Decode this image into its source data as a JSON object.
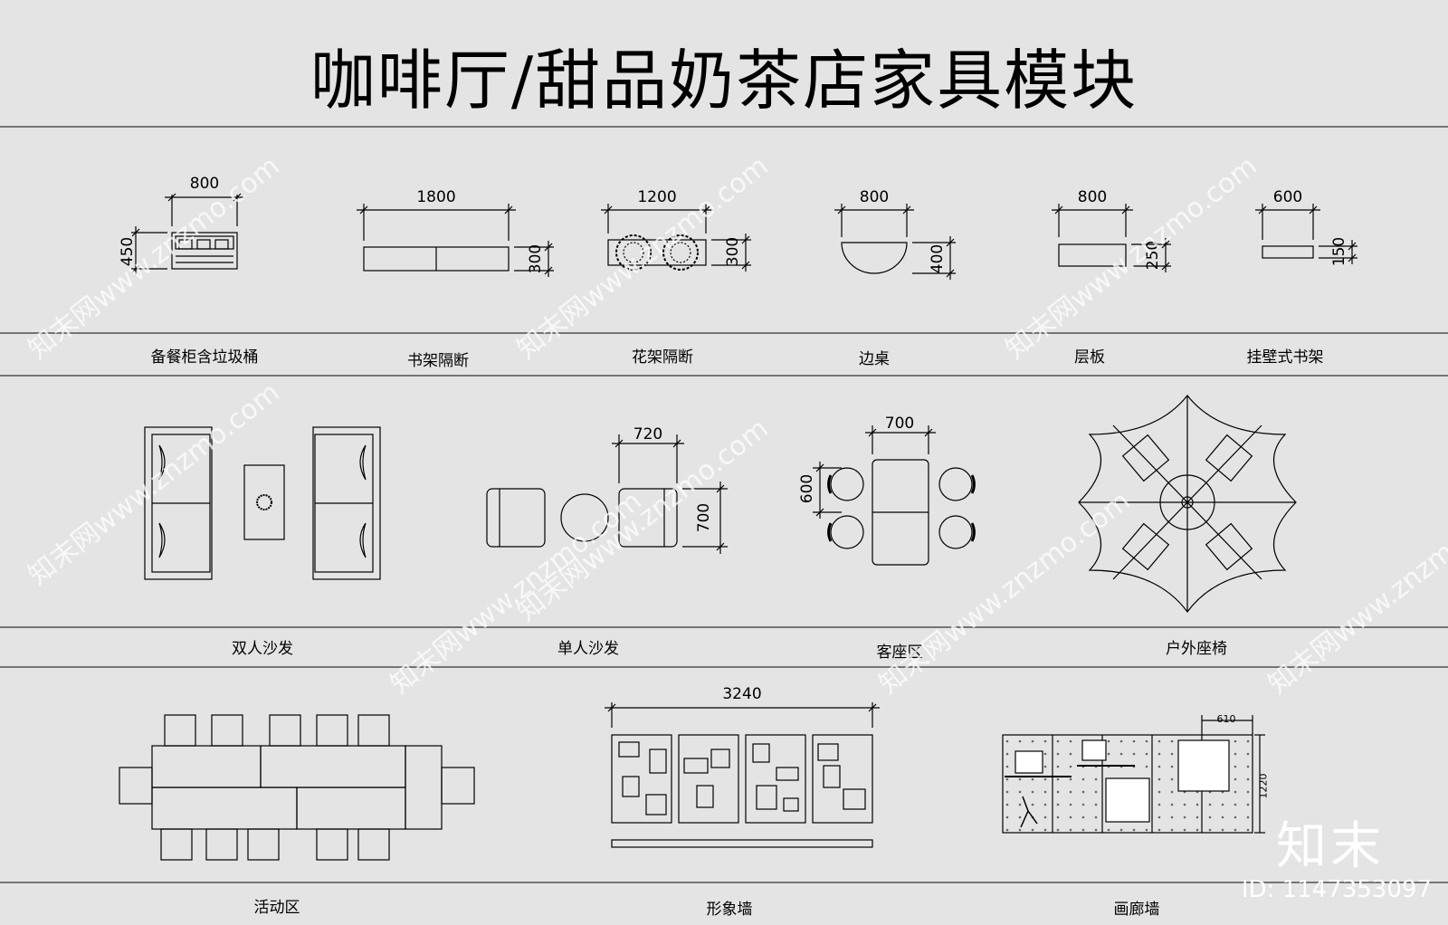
{
  "title": "咖啡厅/甜品奶茶店家具模块",
  "row1": {
    "items": [
      {
        "label": "备餐柜含垃圾桶",
        "width_dim": "800",
        "depth_dim": "450"
      },
      {
        "label": "书架隔断",
        "width_dim": "1800",
        "depth_dim": "300"
      },
      {
        "label": "花架隔断",
        "width_dim": "1200",
        "depth_dim": "300"
      },
      {
        "label": "边桌",
        "width_dim": "800",
        "depth_dim": "400"
      },
      {
        "label": "层板",
        "width_dim": "800",
        "depth_dim": "250"
      },
      {
        "label": "挂壁式书架",
        "width_dim": "600",
        "depth_dim": "150"
      }
    ]
  },
  "row2": {
    "items": [
      {
        "label": "双人沙发"
      },
      {
        "label": "单人沙发",
        "width_dim": "720",
        "depth_dim": "700"
      },
      {
        "label": "客座区",
        "width_dim": "700",
        "depth_dim": "600"
      },
      {
        "label": "户外座椅"
      }
    ]
  },
  "row3": {
    "items": [
      {
        "label": "活动区"
      },
      {
        "label": "形象墙",
        "width_dim": "3240"
      },
      {
        "label": "画廊墙",
        "width_dim": "610",
        "depth_dim": "1220"
      }
    ]
  },
  "watermark": {
    "text": "知末网www.znzmo.com",
    "brand": "知末",
    "image_id": "ID: 1147353097"
  }
}
